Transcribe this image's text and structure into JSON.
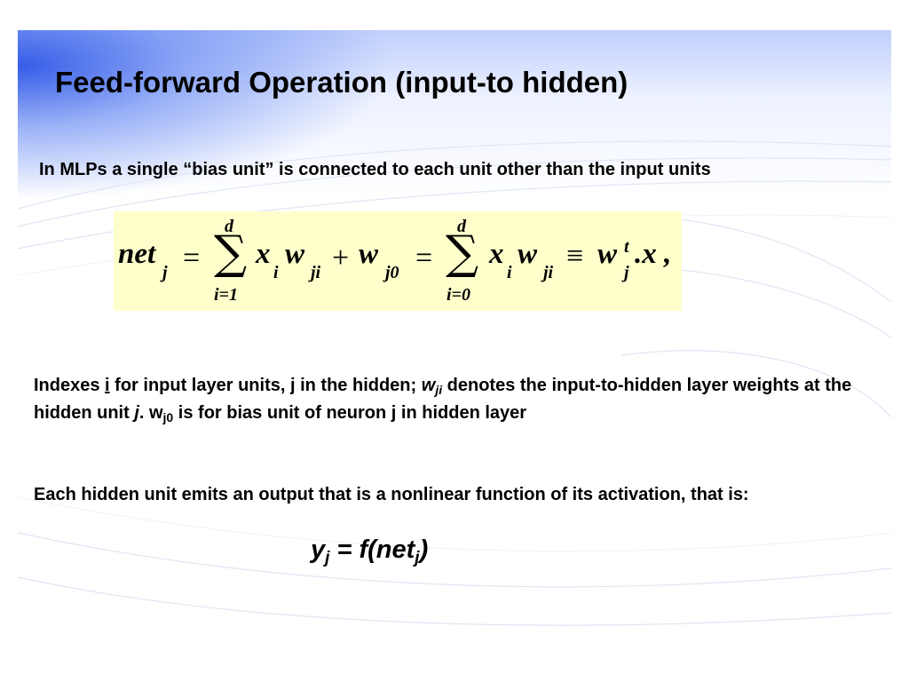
{
  "slide": {
    "title": "Feed-forward Operation (input-to hidden)",
    "intro": "In MLPs a single “bias unit” is connected to each unit other than the input units",
    "formula": {
      "net": "net",
      "j": "j",
      "equals": "=",
      "sum_top": "d",
      "sum1_bottom": "i=1",
      "sum2_bottom": "i=0",
      "sigma": "∑",
      "x": "x",
      "i": "i",
      "w": "w",
      "ji": "ji",
      "plus": "+",
      "j0": "j0",
      "equiv": "≡",
      "t": "t",
      "dot_x": ".x",
      "comma": ","
    },
    "para1": {
      "t1": "Indexes ",
      "i": "i",
      "t2": " for input layer units, ",
      "j": "j",
      "t3": " in the hidden; ",
      "w": "w",
      "ji": "ji",
      "t4": " denotes the input-to-hidden layer weights at the hidden unit ",
      "j2": "j",
      "t5": ". w",
      "j0": "j0",
      "t6": " is for bias unit of neuron ",
      "j3": "j",
      "t7": " in hidden layer"
    },
    "para2": "Each hidden unit emits an output that is a nonlinear function of its activation, that is:",
    "output_eq": {
      "y": "y",
      "j": "j",
      "rest": " = f(net",
      "j2": "j",
      "close": ")"
    }
  }
}
